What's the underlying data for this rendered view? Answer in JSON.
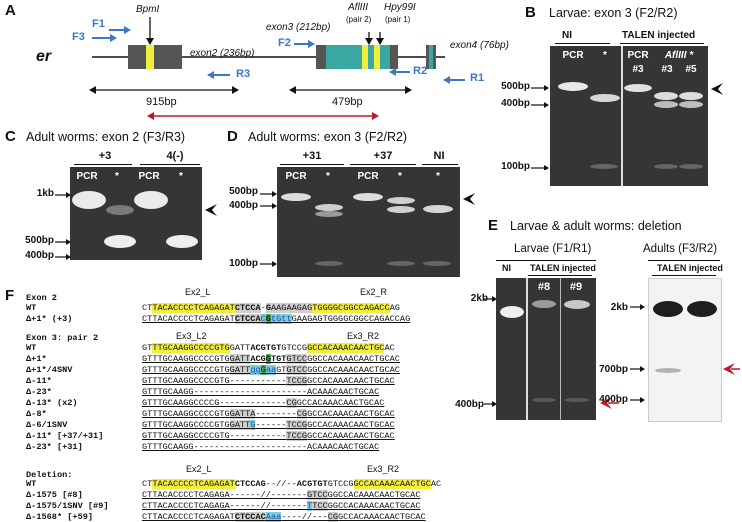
{
  "panels": {
    "A": {
      "letter": "A",
      "gene": "er",
      "primers": [
        "F3",
        "F1",
        "R3",
        "F2",
        "R2",
        "R1"
      ],
      "exon2": "exon2 (236bp)",
      "exon3": "exon3 (212bp)",
      "exon4": "exon4 (76bp)",
      "bpmi": "BpmI",
      "aflIII": "AflIII",
      "hpy99": "Hpy99I",
      "pair2": "(pair 2)",
      "pair1": "(pair 1)",
      "len915": "915bp",
      "len479": "479bp",
      "colors": {
        "exon": "#555555",
        "yellow": "#f1ef3b",
        "teal": "#3aa8a0",
        "primer": "#3a78c2",
        "deletion": "#c0152a"
      }
    },
    "B": {
      "letter": "B",
      "title": "Larvae: exon 3 (F2/R2)",
      "ni": "NI",
      "tal": "TALEN injected",
      "lanes": [
        "PCR",
        "*",
        "PCR",
        "AflIII *"
      ],
      "sub": [
        "",
        "",
        "#3",
        "#3",
        "#5"
      ],
      "sizes": [
        "500bp",
        "400bp",
        "100bp"
      ]
    },
    "C": {
      "letter": "C",
      "title": "Adult worms: exon 2 (F3/R3)",
      "groups": [
        "+3",
        "4(-)"
      ],
      "lanes": [
        "PCR",
        "*",
        "PCR",
        "*"
      ],
      "sizes": [
        "1kb",
        "500bp",
        "400bp"
      ]
    },
    "D": {
      "letter": "D",
      "title": "Adult worms: exon 3 (F2/R2)",
      "groups": [
        "+31",
        "+37",
        "NI"
      ],
      "lanes": [
        "PCR",
        "*",
        "PCR",
        "*",
        "*"
      ],
      "sizes": [
        "500bp",
        "400bp",
        "100bp"
      ]
    },
    "E": {
      "letter": "E",
      "title": "Larvae & adult worms: deletion",
      "larvae": "Larvae (F1/R1)",
      "adults": "Adults (F3/R2)",
      "ni": "NI",
      "tal": "TALEN injected",
      "tal2": "TALEN injected",
      "lanes": [
        "#8",
        "#9"
      ],
      "sizes": [
        "2kb",
        "400bp",
        "2kb",
        "700bp",
        "400bp"
      ]
    },
    "F": {
      "letter": "F",
      "ex2_title": "Exon 2",
      "ex2_L": "Ex2_L",
      "ex2_R": "Ex2_R",
      "ex3_title": "Exon 3: pair 2",
      "ex3_L2": "Ex3_L2",
      "ex3_R2": "Ex3_R2",
      "del_title": "Deletion:",
      "del_L": "Ex2_L",
      "del_R": "Ex3_R2"
    }
  }
}
